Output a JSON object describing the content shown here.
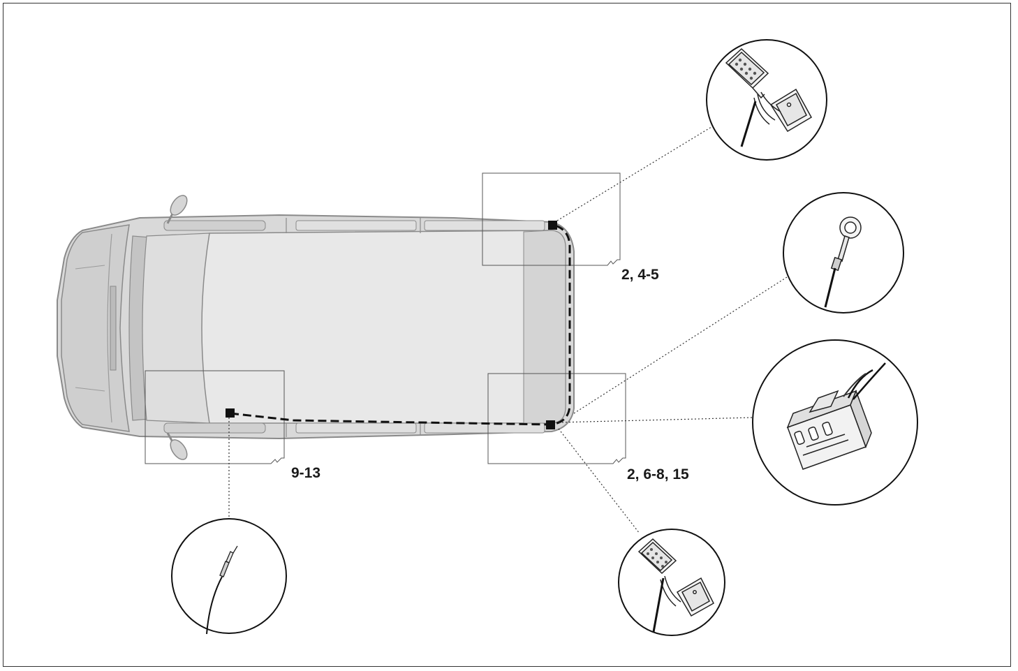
{
  "diagram": {
    "callouts": {
      "rear_top": "2, 4-5",
      "front": "9-13",
      "rear_bottom": "2, 6-8, 15"
    },
    "detail_views": [
      {
        "id": "connector-socket-top",
        "icon": "trailer-socket-connector-icon"
      },
      {
        "id": "ring-terminal",
        "icon": "ring-terminal-icon"
      },
      {
        "id": "multi-pin-connector",
        "icon": "multi-pin-connector-icon"
      },
      {
        "id": "connector-socket-bottom",
        "icon": "trailer-socket-connector-icon"
      },
      {
        "id": "wire-splice",
        "icon": "wire-splice-icon"
      }
    ],
    "colors": {
      "vehicle_fill": "#d9d9d9",
      "vehicle_stroke": "#8a8a8a",
      "wire": "#111111"
    }
  }
}
